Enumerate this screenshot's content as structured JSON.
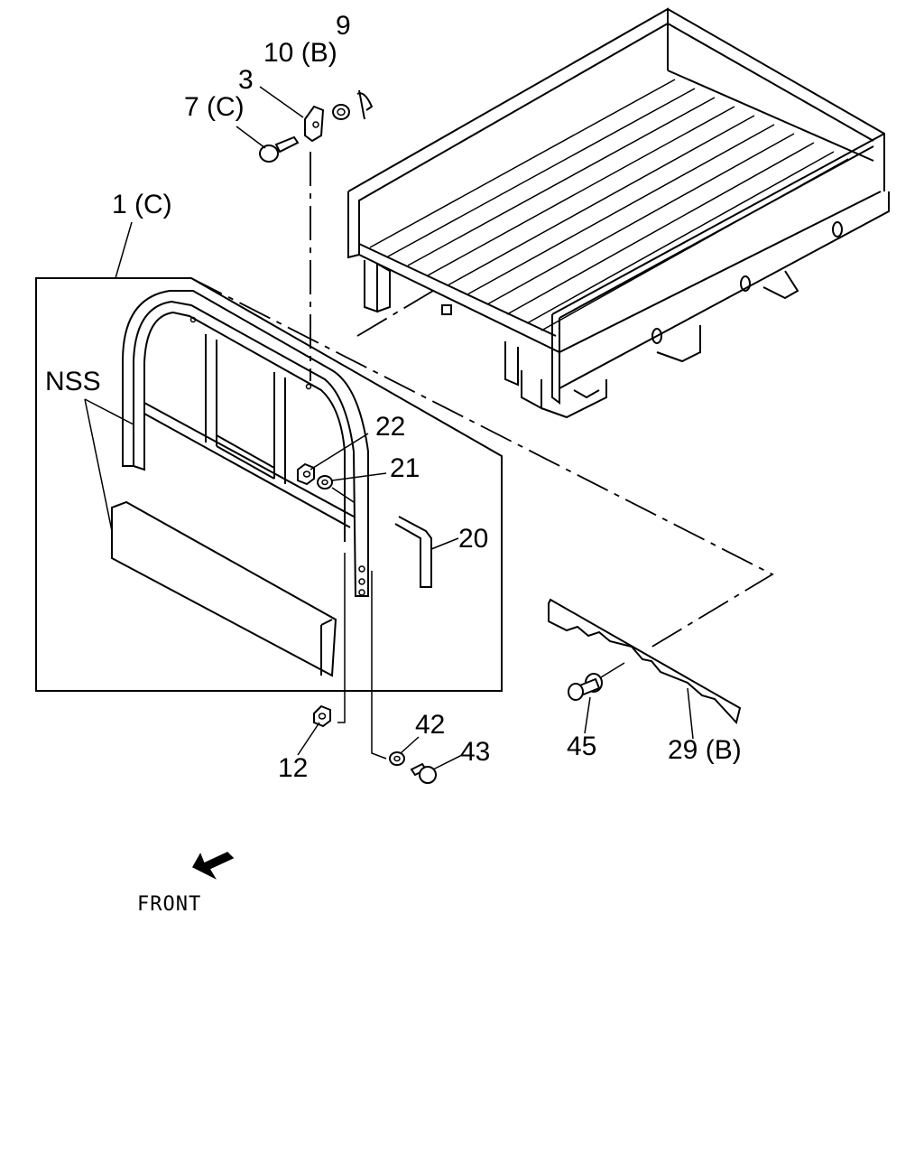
{
  "labels": {
    "p9": "9",
    "p10": "10 (B)",
    "p3": "3",
    "p7": "7 (C)",
    "p1": "1 (C)",
    "nss": "NSS",
    "p22": "22",
    "p21": "21",
    "p20": "20",
    "p42": "42",
    "p43": "43",
    "p12": "12",
    "p45": "45",
    "p29": "29 (B)",
    "front": "FRONT"
  }
}
